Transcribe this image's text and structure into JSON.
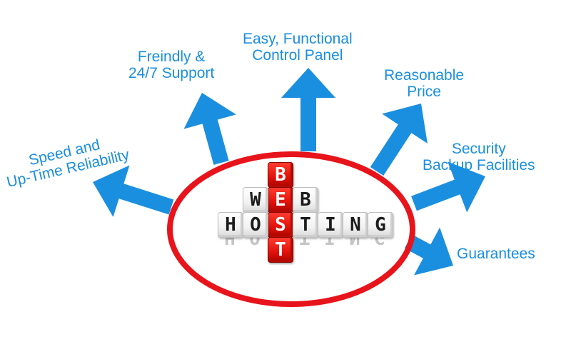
{
  "labels": {
    "speed": [
      "Speed and",
      "Up-Time Reliability"
    ],
    "support": [
      "Freindly &",
      "24/7 Support"
    ],
    "control": [
      "Easy, Functional",
      "Control Panel"
    ],
    "price": [
      "Reasonable",
      "Price"
    ],
    "security": [
      "Security",
      "Backup Facilities"
    ],
    "guarantees": "Guarantees"
  },
  "blocks": {
    "best": [
      "B",
      "E",
      "S",
      "T"
    ],
    "web": [
      "W",
      "E",
      "B"
    ],
    "hosting": [
      "H",
      "O",
      "S",
      "T",
      "I",
      "N",
      "G"
    ]
  },
  "colors": {
    "arrow": "#1a8fe0",
    "ring": "#e8141b",
    "cube_red": "#e0110a",
    "cube_white": "#f2f2f2",
    "label": "#1a8fe0"
  }
}
